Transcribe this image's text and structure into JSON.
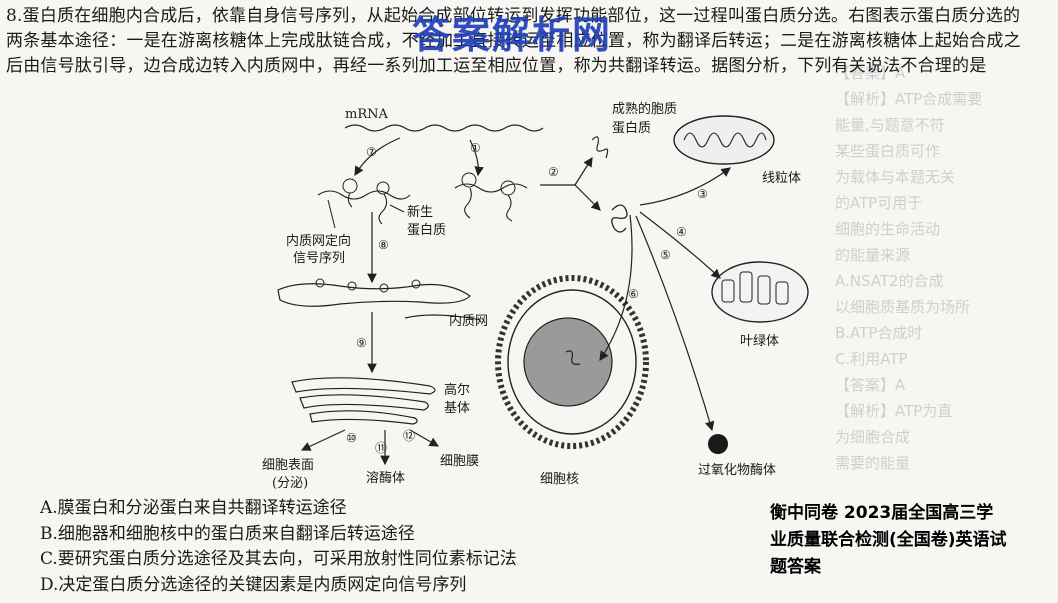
{
  "question": {
    "text": "8.蛋白质在细胞内合成后，依靠自身信号序列，从起始合成部位转运到发挥功能部位，这一过程叫蛋白质分选。右图表示蛋白质分选的两条基本途径：一是在游离核糖体上完成肽链合成，不经加工直接转运至相应位置，称为翻译后转运；二是在游离核糖体上起始合成之后由信号肽引导，边合成边转入内质网中，再经一系列加工运至相应位置，称为共翻译转运。据图分析，下列有关说法不合理的是"
  },
  "watermark": {
    "text": "答案解析网"
  },
  "diagram": {
    "labels": {
      "mrna": "mRNA",
      "nascent": [
        "新生",
        "蛋白质"
      ],
      "er_signal": [
        "内质网定向",
        "信号序列"
      ],
      "er": "内质网",
      "golgi": [
        "高尔",
        "基体"
      ],
      "surface": [
        "细胞表面",
        "(分泌)"
      ],
      "lysosome": "溶酶体",
      "membrane": "细胞膜",
      "nucleus": "细胞核",
      "mature": [
        "成熟的胞质",
        "蛋白质"
      ],
      "mito": "线粒体",
      "chloro": "叶绿体",
      "perox": "过氧化物酶体"
    },
    "steps": [
      "①",
      "②",
      "③",
      "④",
      "⑤",
      "⑥",
      "⑦",
      "⑧",
      "⑨",
      "⑩",
      "⑪",
      "⑫"
    ]
  },
  "options": [
    "A.膜蛋白和分泌蛋白来自共翻译转运途径",
    "B.细胞器和细胞核中的蛋白质来自翻译后转运途径",
    "C.要研究蛋白质分选途径及其去向，可采用放射性同位素标记法",
    "D.决定蛋白质分选途径的关键因素是内质网定向信号序列"
  ],
  "promo": {
    "lines": [
      "衡中同卷 2023届全国高三学",
      "业质量联合检测(全国卷)英语试",
      "题答案"
    ]
  },
  "background_text": [
    "【答案】A",
    "【解析】ATP合成需要",
    "能量,与题意不符",
    "某些蛋白质可作",
    "为载体与本题无关",
    "的ATP可用于",
    "细胞的生命活动",
    "的能量来源",
    "A.NSAT2的合成",
    "以细胞质基质为场所",
    "B.ATP合成时",
    "C.利用ATP",
    "【答案】A",
    "【解析】ATP为直",
    "为细胞合成",
    "需要的能量"
  ]
}
